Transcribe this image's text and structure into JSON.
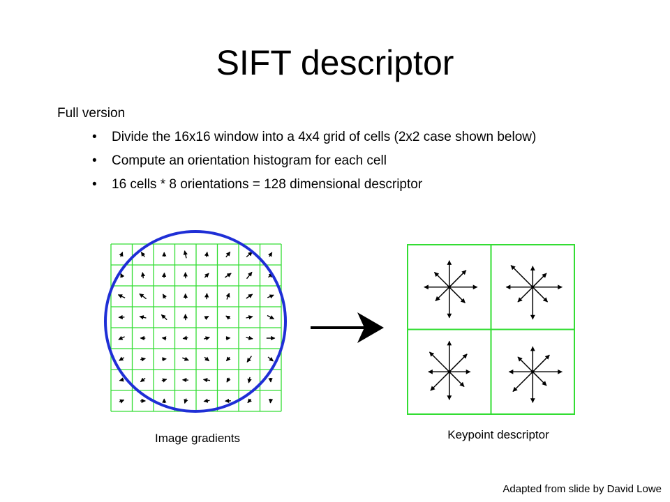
{
  "slide": {
    "title": "SIFT descriptor",
    "level1": "Full version",
    "bullets": [
      "Divide the 16x16 window into a 4x4 grid of cells (2x2 case shown below)",
      "Compute an orientation histogram for each cell",
      "16 cells * 8 orientations = 128 dimensional descriptor"
    ],
    "credit": "Adapted from slide by David Lowe"
  },
  "figure": {
    "left_caption": "Image gradients",
    "right_caption": "Keypoint descriptor",
    "colors": {
      "grid": "#33dd33",
      "circle": "#1f2fd6",
      "arrow": "#000000"
    }
  }
}
